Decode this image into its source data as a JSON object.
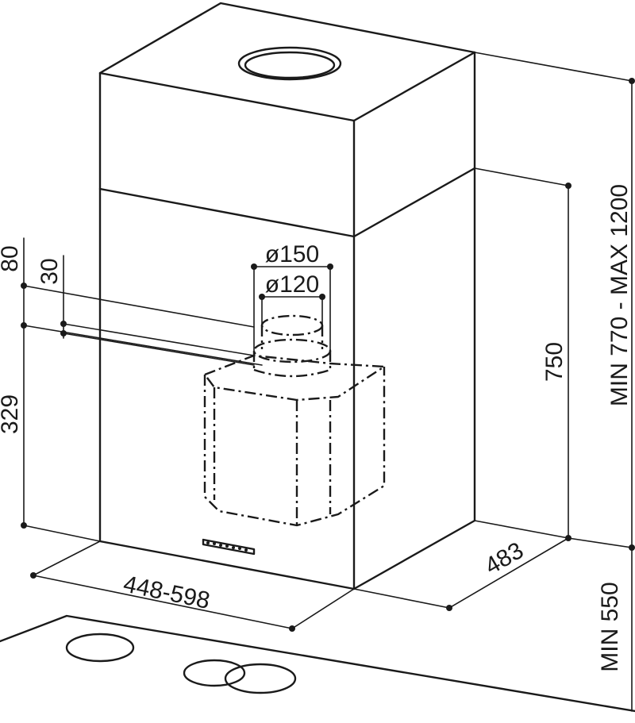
{
  "dimensions": {
    "width": "448-598",
    "depth": "483",
    "height_body": "750",
    "height_range": "MIN 770 - MAX 1200",
    "clearance": "MIN 550",
    "offset_80": "80",
    "offset_30": "30",
    "offset_329": "329",
    "outlet_150": "ø150",
    "outlet_120": "ø120"
  }
}
